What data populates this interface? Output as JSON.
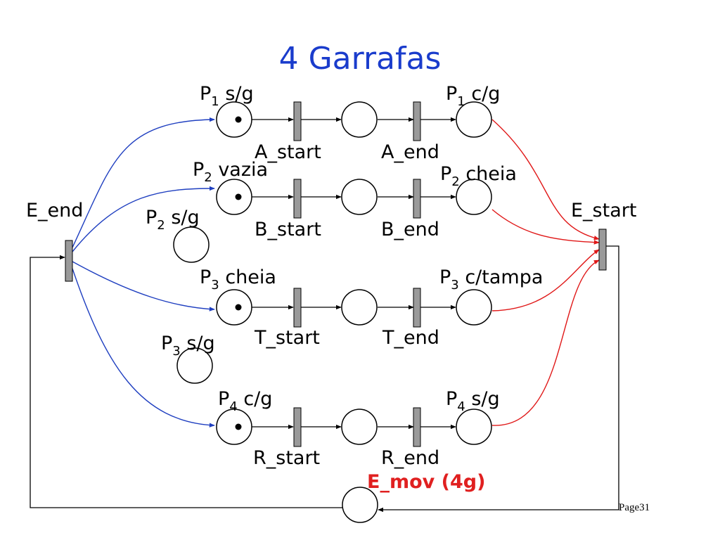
{
  "title": "4 Garrafas",
  "colors": {
    "title": "#1a3ccc",
    "blue_arcs": "#1f3fc0",
    "red_arcs": "#e01818",
    "mov_label": "#e02020",
    "transition_fill": "#9a9a9a"
  },
  "labels": {
    "p1_sg": {
      "p": "P",
      "sub": "1",
      "rest": " s/g"
    },
    "p1_cg": {
      "p": "P",
      "sub": "1",
      "rest": " c/g"
    },
    "p2_vazia": {
      "p": "P",
      "sub": "2",
      "rest": " vazia"
    },
    "p2_cheia": {
      "p": "P",
      "sub": "2",
      "rest": " cheia"
    },
    "p2_sg": {
      "p": "P",
      "sub": "2",
      "rest": " s/g"
    },
    "p3_cheia": {
      "p": "P",
      "sub": "3",
      "rest": " cheia"
    },
    "p3_ctampa": {
      "p": "P",
      "sub": "3",
      "rest": " c/tampa"
    },
    "p3_sg": {
      "p": "P",
      "sub": "3",
      "rest": " s/g"
    },
    "p4_cg": {
      "p": "P",
      "sub": "4",
      "rest": " c/g"
    },
    "p4_sg": {
      "p": "P",
      "sub": "4",
      "rest": " s/g"
    }
  },
  "transitions": {
    "a_start": "A_start",
    "a_end": "A_end",
    "b_start": "B_start",
    "b_end": "B_end",
    "t_start": "T_start",
    "t_end": "T_end",
    "r_start": "R_start",
    "r_end": "R_end",
    "e_end": "E_end",
    "e_start": "E_start"
  },
  "e_mov": "E_mov (4g)",
  "page_number": "Page31",
  "marking": {
    "p1_sg": 1,
    "p2_vazia": 1,
    "p3_cheia": 1,
    "p4_cg": 1,
    "p1_mid": 0,
    "p1_cg": 0,
    "p2_mid": 0,
    "p2_cheia": 0,
    "p2_sg": 0,
    "p3_mid": 0,
    "p3_ctampa": 0,
    "p3_sg": 0,
    "p4_mid": 0,
    "p4_sg": 0,
    "e_mov": 0
  }
}
